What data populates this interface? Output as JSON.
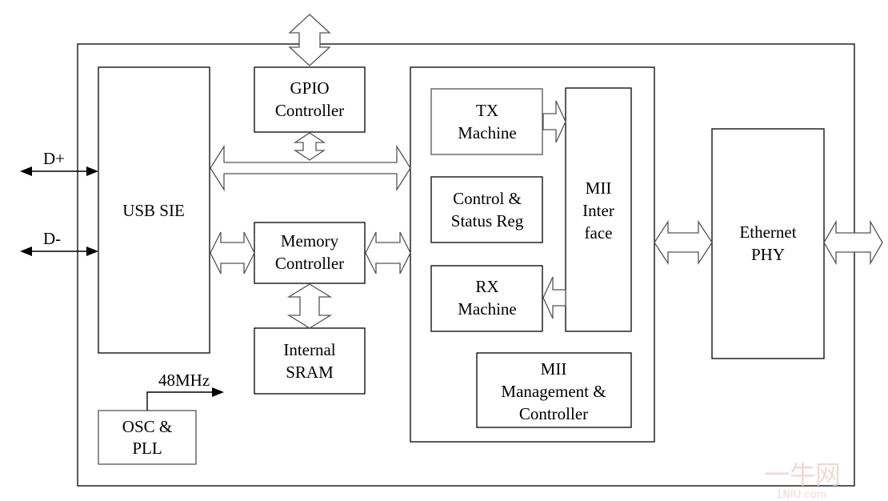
{
  "diagram": {
    "blocks": {
      "usb_sie": [
        "USB SIE"
      ],
      "gpio": [
        "GPIO",
        "Controller"
      ],
      "memory": [
        "Memory",
        "Controller"
      ],
      "sram": [
        "Internal",
        "SRAM"
      ],
      "osc": [
        "OSC &",
        "PLL"
      ],
      "tx": [
        "TX",
        "Machine"
      ],
      "control": [
        "Control &",
        "Status Reg"
      ],
      "rx": [
        "RX",
        "Machine"
      ],
      "mii_iface": [
        "MII",
        "Inter",
        "face"
      ],
      "mii_mgmt": [
        "MII",
        "Management &",
        "Controller"
      ],
      "ethernet": [
        "Ethernet",
        "PHY"
      ]
    },
    "signals": {
      "dplus": "D+",
      "dminus": "D-",
      "clock": "48MHz"
    },
    "watermark": {
      "logo": "一牛网",
      "site": "1NIU.com"
    }
  }
}
